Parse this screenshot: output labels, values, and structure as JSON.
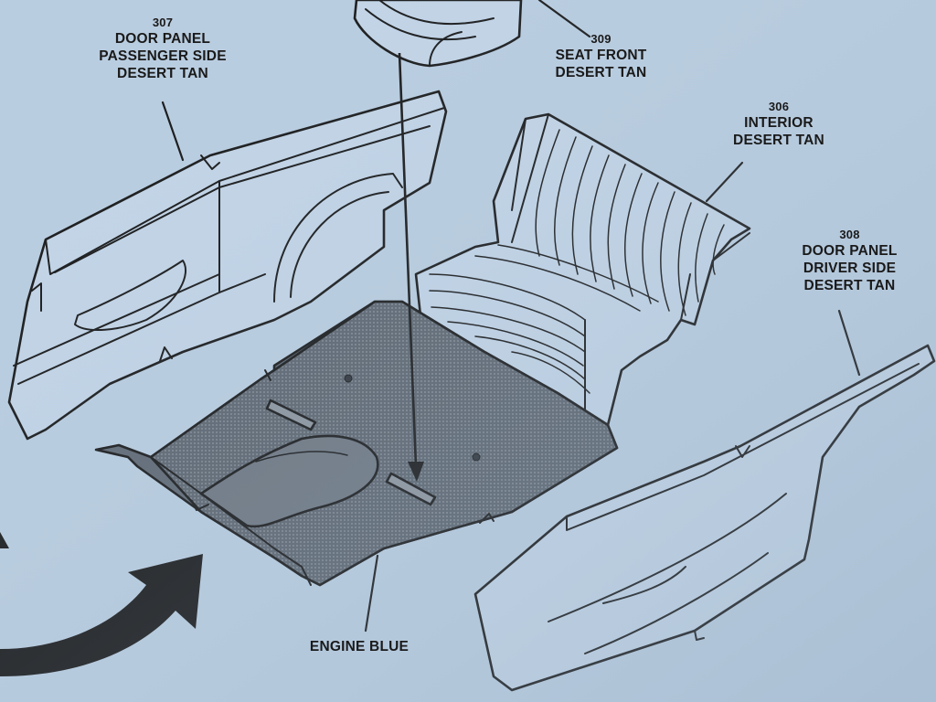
{
  "background_color": "#b9cde0",
  "ink_color": "#141414",
  "carpet_color": "#5c6570",
  "callouts": {
    "door_panel_passenger": {
      "number": "307",
      "line1": "DOOR PANEL",
      "line2": "PASSENGER SIDE",
      "line3": "DESERT TAN"
    },
    "seat_front": {
      "number": "309",
      "line1": "SEAT FRONT",
      "line2": "DESERT TAN"
    },
    "interior": {
      "number": "306",
      "line1": "INTERIOR",
      "line2": "DESERT TAN"
    },
    "door_panel_driver": {
      "number": "308",
      "line1": "DOOR PANEL",
      "line2": "DRIVER SIDE",
      "line3": "DESERT TAN"
    },
    "carpet": {
      "line1": "ENGINE BLUE"
    }
  },
  "icons": [
    "curved-arrow-icon",
    "insertion-arrow-icon"
  ]
}
